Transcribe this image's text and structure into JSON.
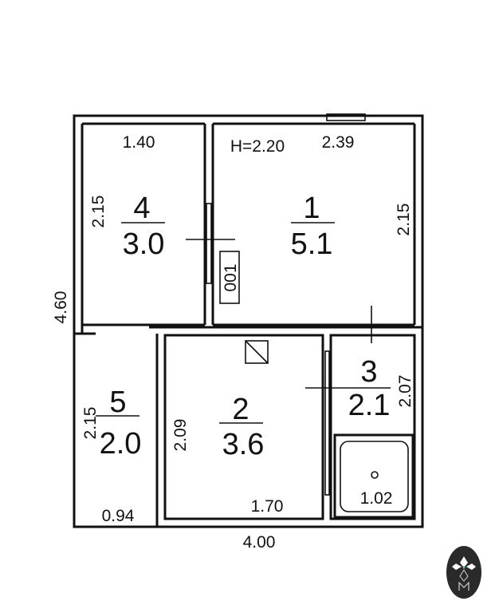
{
  "plan": {
    "ceiling_height": "H=2.20",
    "overall": {
      "width": "4.00",
      "depth": "4.60"
    },
    "rooms": [
      {
        "number": "1",
        "area": "5.1",
        "dims": [
          "2.39",
          "2.15"
        ]
      },
      {
        "number": "2",
        "area": "3.6",
        "dims": [
          "1.70",
          "2.09"
        ]
      },
      {
        "number": "3",
        "area": "2.1",
        "dims": [
          "2.07"
        ]
      },
      {
        "number": "4",
        "area": "3.0",
        "dims": [
          "1.40",
          "2.15"
        ]
      },
      {
        "number": "5",
        "area": "2.0",
        "dims": [
          "0.94",
          "2.15"
        ]
      }
    ],
    "bath_label": "1.02",
    "box_label": "001"
  },
  "logo": {
    "letter": "M"
  }
}
